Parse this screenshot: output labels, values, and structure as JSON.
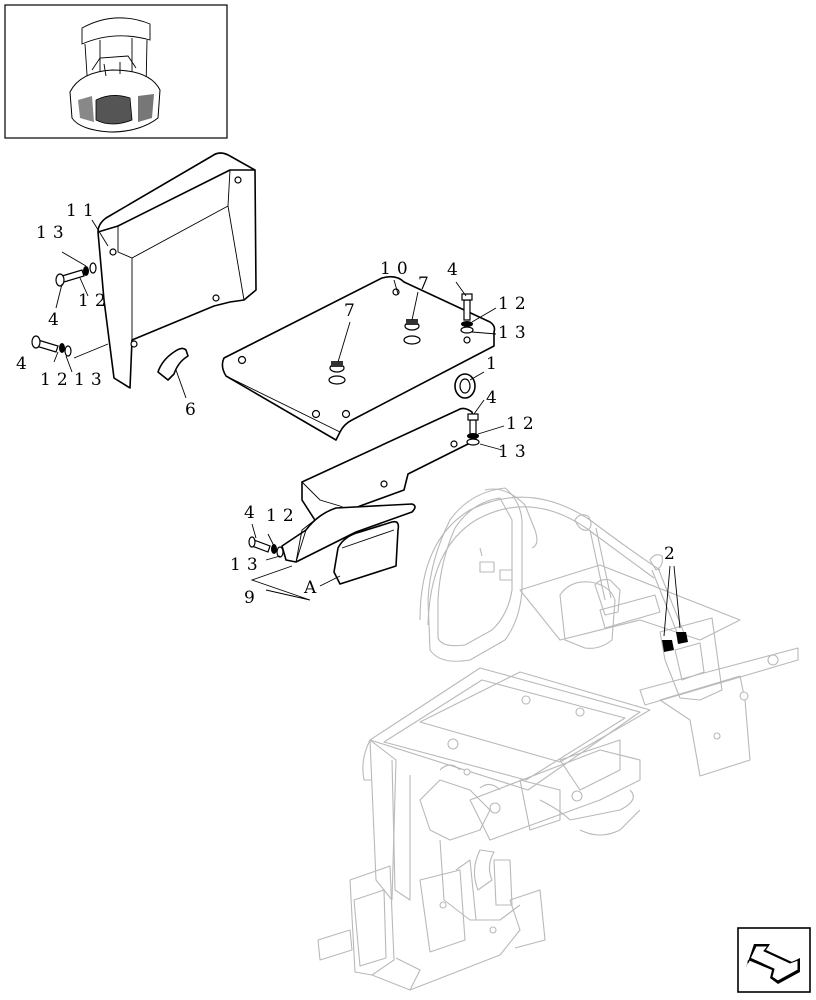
{
  "diagram": {
    "callouts": [
      {
        "id": "c11a",
        "text": "11"
      },
      {
        "id": "c13a",
        "text": "13"
      },
      {
        "id": "c4a",
        "text": "4"
      },
      {
        "id": "c12a",
        "text": "12"
      },
      {
        "id": "c4b",
        "text": "4"
      },
      {
        "id": "c12b",
        "text": "12"
      },
      {
        "id": "c13b",
        "text": "13"
      },
      {
        "id": "c6",
        "text": "6"
      },
      {
        "id": "c10",
        "text": "10"
      },
      {
        "id": "c7a",
        "text": "7"
      },
      {
        "id": "c7b",
        "text": "7"
      },
      {
        "id": "c4c",
        "text": "4"
      },
      {
        "id": "c12c",
        "text": "12"
      },
      {
        "id": "c13c",
        "text": "13"
      },
      {
        "id": "c1",
        "text": "1"
      },
      {
        "id": "c4d",
        "text": "4"
      },
      {
        "id": "c12d",
        "text": "12"
      },
      {
        "id": "c13d",
        "text": "13"
      },
      {
        "id": "c4e",
        "text": "4"
      },
      {
        "id": "c12e",
        "text": "12"
      },
      {
        "id": "c13e",
        "text": "13"
      },
      {
        "id": "c9",
        "text": "9"
      },
      {
        "id": "cA",
        "text": "A"
      },
      {
        "id": "c2",
        "text": "2"
      }
    ],
    "icons": {
      "thumbnail": "machine-overview-thumbnail",
      "nav": "next-page-arrow-icon"
    }
  }
}
